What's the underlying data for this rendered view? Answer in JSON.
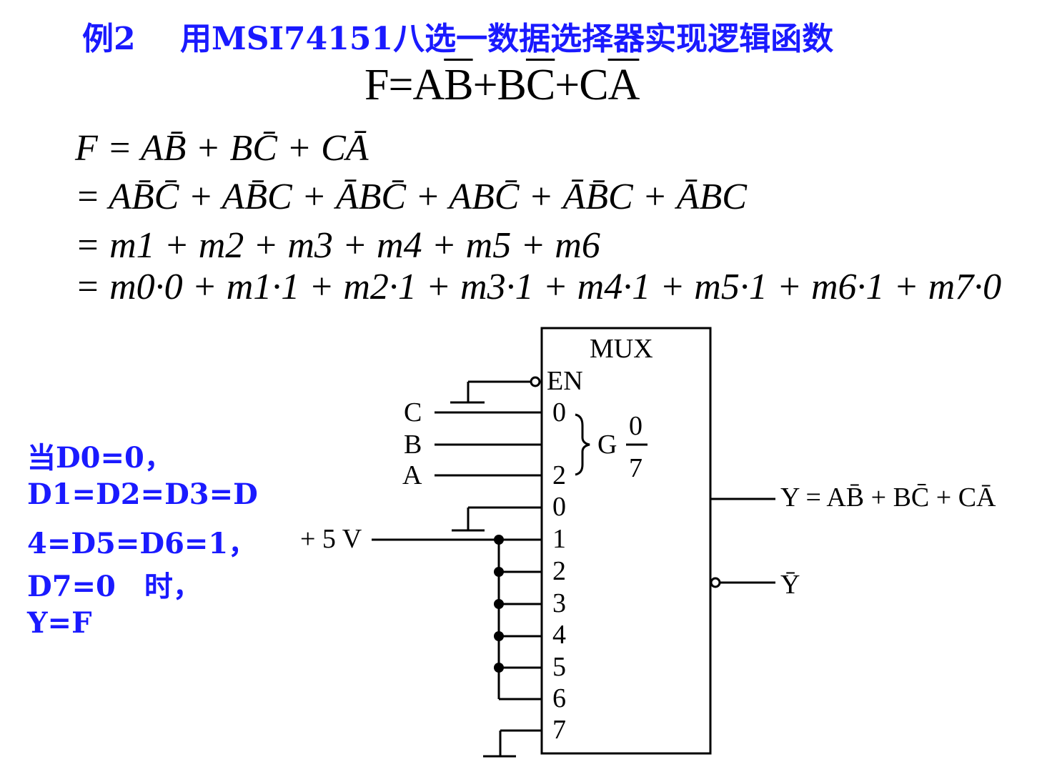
{
  "title": {
    "example_no": "例2",
    "text": "用MSI74151八选一数据选择器实现逻辑函数"
  },
  "formula_main": [
    "F=A",
    "B",
    "+B",
    "C",
    "+C",
    "A"
  ],
  "derivation": {
    "line1": "F = AB̄ + BC̄ + CĀ",
    "line2": "= AB̄C̄ + AB̄C + ĀBC̄ + ABC̄ + ĀB̄C + ĀBC",
    "line3": "= m1 + m2 + m3 + m4 + m5 + m6",
    "line4": "= m0·0 + m1·1 + m2·1 + m3·1 + m4·1 + m5·1 + m6·1 + m7·0"
  },
  "condition": [
    "当D0=0，",
    "D1=D2=D3=D",
    "4=D5=D6=1，",
    "D7=0　时，",
    "Y=F"
  ],
  "mux": {
    "name": "MUX",
    "enable": "EN",
    "select_inputs": [
      "C",
      "B",
      "A"
    ],
    "select_pins": [
      "0",
      "2"
    ],
    "group_label": "G",
    "group_range_top": "0",
    "group_range_bottom": "7",
    "data_pins": [
      "0",
      "1",
      "2",
      "3",
      "4",
      "5",
      "6",
      "7"
    ],
    "supply": "+ 5 V",
    "output_y": "Y = AB̄ + BC̄ + CĀ",
    "output_ybar": "Ȳ"
  }
}
